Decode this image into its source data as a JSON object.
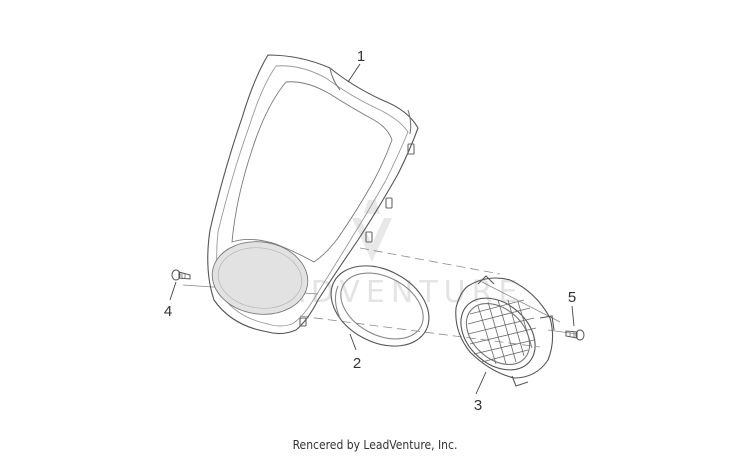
{
  "callouts": {
    "part_1": "1",
    "part_2": "2",
    "part_3": "3",
    "part_4": "4",
    "part_5": "5"
  },
  "watermark": "LEADVENTURE",
  "footer": {
    "credit": "Rencered by LeadVenture, Inc."
  },
  "colors": {
    "line": "#555555",
    "light_line": "#9a9a9a",
    "watermark": "#e4e4e4",
    "text": "#333333"
  }
}
